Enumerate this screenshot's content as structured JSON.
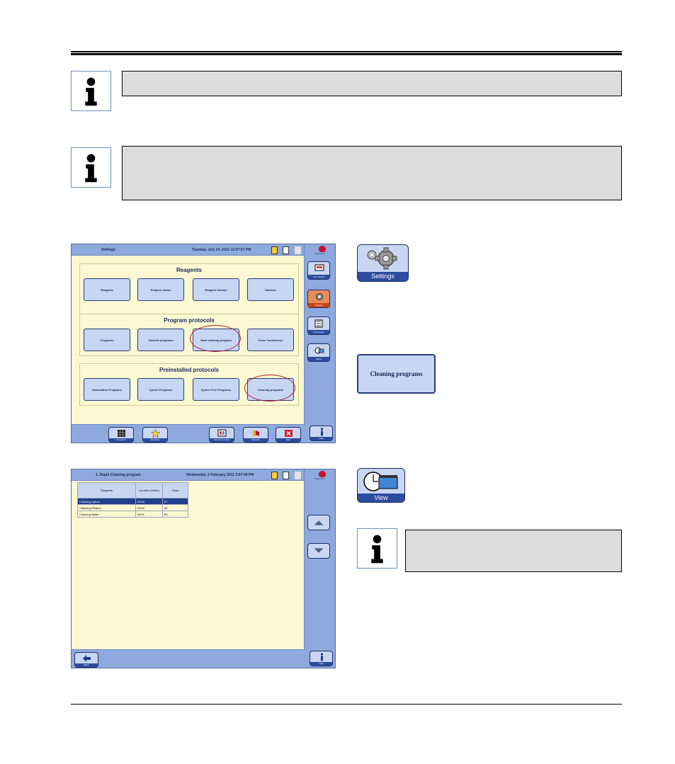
{
  "settings_screen": {
    "title": "Settings",
    "datetime": "Tuesday, July 24, 2012 12:07:57 PM",
    "user": "Supervisor",
    "side_buttons": [
      "User Screen",
      "Settings",
      "Parameters",
      "Status"
    ],
    "groups": [
      {
        "title": "Reagents",
        "buttons": [
          "Reagents",
          "Reagent status",
          "Reagent Groups",
          "Stations"
        ]
      },
      {
        "title": "Program protocols",
        "buttons": [
          "Programs",
          "Favorite programs",
          "Start cleaning program",
          "Clean Transformer"
        ]
      },
      {
        "title": "Preinstalled protocols",
        "buttons": [
          "Automation Programs",
          "Xylene Programs",
          "Xylene Free Programs",
          "Cleaning programs"
        ]
      }
    ],
    "bottom_buttons": [
      "Programs",
      "Favorites",
      "Remote monitor",
      "Specials",
      "Exit",
      "Help"
    ]
  },
  "cleaning_screen": {
    "title": "1. Rapid Cleaning program",
    "datetime": "Wednesday, 2 February 2011 3:07:44 PM",
    "user": "Supervisor",
    "table": {
      "headers": [
        "Reagents",
        "Duration (h:min)",
        "Temp"
      ],
      "rows": [
        [
          "Cleaning Xylene",
          "00:05",
          "67"
        ],
        [
          "Cleaning Ethanol",
          "00:02",
          "62"
        ],
        [
          "Cleaning Water",
          "00:01",
          "65"
        ]
      ],
      "selected_row": 0
    },
    "bottom_buttons": [
      "Back",
      "Help"
    ]
  },
  "icons": {
    "settings_button_label": "Settings",
    "cleaning_programs_label": "Cleaning programs",
    "view_button_label": "View"
  },
  "colors": {
    "screen_frame": "#8ea9dd",
    "screen_background": "#fbf8d2",
    "button_fill": "#c6d6f3",
    "label_band": "#2d4ca1",
    "highlight_ring": "#b0172f",
    "note_fill": "#dcdcdc"
  }
}
